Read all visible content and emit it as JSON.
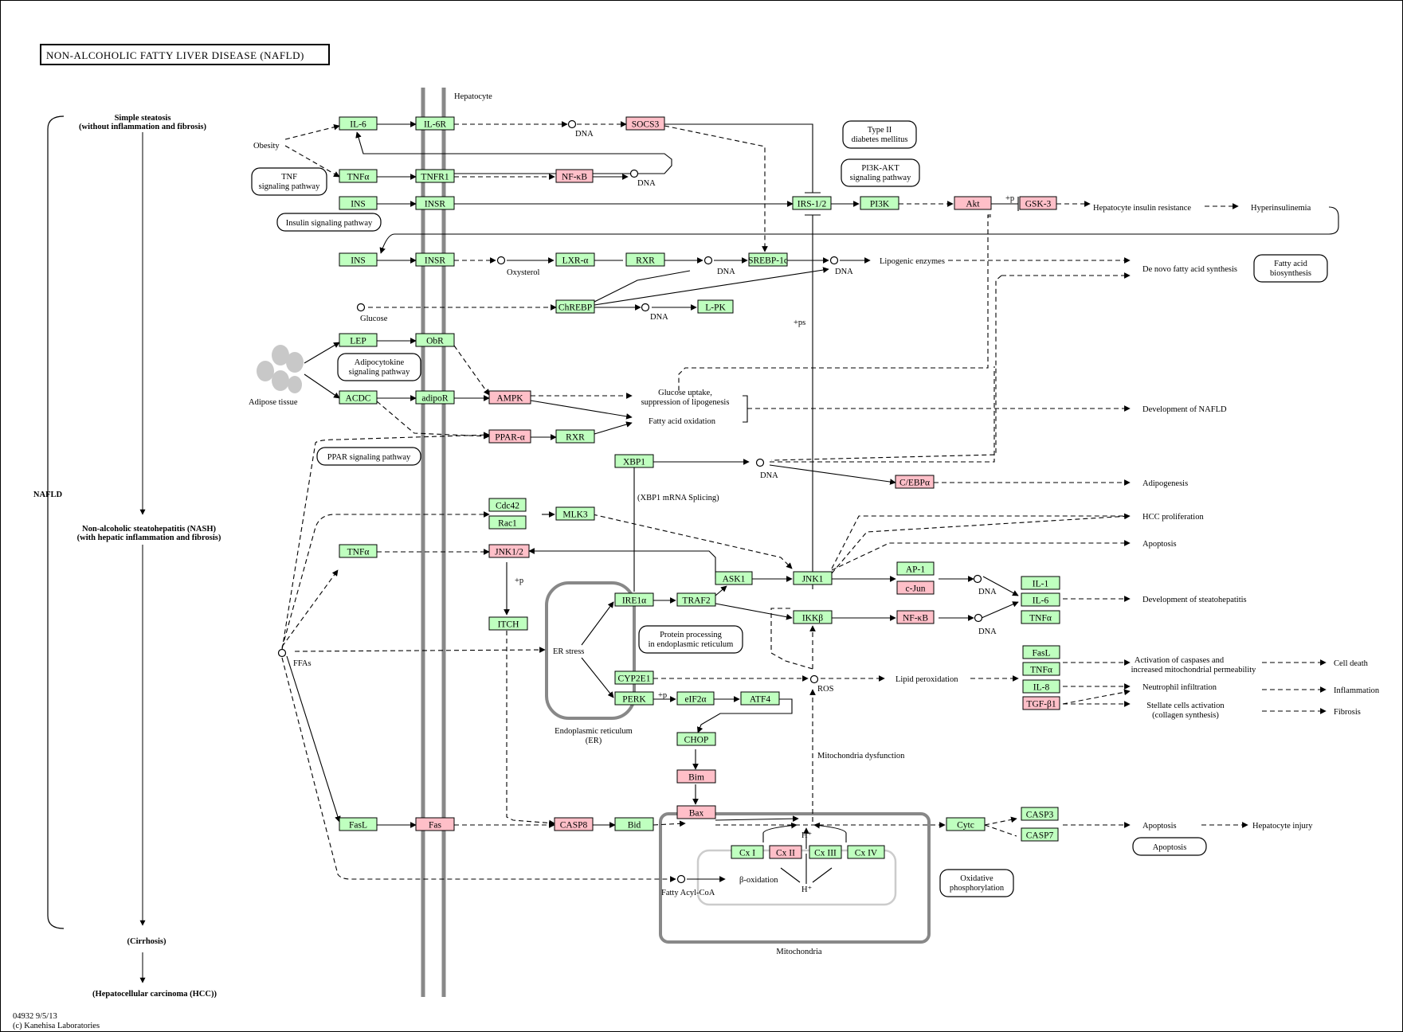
{
  "title": "NON-ALCOHOLIC FATTY LIVER DISEASE (NAFLD)",
  "footer": {
    "id": "04932 9/5/13",
    "copyright": "(c) Kanehisa Laboratories"
  },
  "colors": {
    "green": "#bfffbf",
    "pink": "#ffbfc8",
    "membrane": "#888888",
    "line": "#000000"
  },
  "side": {
    "nafld": "NAFLD",
    "stage1a": "Simple steatosis",
    "stage1b": "(without inflammation and fibrosis)",
    "stage2a": "Non-alcoholic steatohepatitis (NASH)",
    "stage2b": "(with hepatic inflammation and fibrosis)",
    "stage3": "(Cirrhosis)",
    "stage4": "(Hepatocellular carcinoma (HCC))"
  },
  "labels": {
    "hepatocyte": "Hepatocyte",
    "obesity": "Obesity",
    "adipose": "Adipose tissue",
    "glucose": "Glucose",
    "oxysterol": "Oxysterol",
    "dna": "DNA",
    "lipogenic": "Lipogenic enzymes",
    "denovo": "De novo fatty acid synthesis",
    "hir": "Hepatocyte insulin resistance",
    "hyperins": "Hyperinsulinemia",
    "glucUptake1": "Glucose uptake,",
    "glucUptake2": "suppression of lipogenesis",
    "faox": "Fatty acid oxidation",
    "devNafld": "Development of NAFLD",
    "adipogenesis": "Adipogenesis",
    "hccProlif": "HCC proliferation",
    "apoptosis": "Apoptosis",
    "devSteato": "Development of steatohepatitis",
    "casp1": "Activation of caspases and",
    "casp2": "increased mitochondrial permeability",
    "cellDeath": "Cell death",
    "neutro": "Neutrophil infiltration",
    "inflam": "Inflammation",
    "stellate1": "Stellate cells activation",
    "stellate2": "(collagen synthesis)",
    "fibrosis": "Fibrosis",
    "hepInjury": "Hepatocyte injury",
    "xbp1splice": "(XBP1 mRNA Splicing)",
    "erStress": "ER stress",
    "er1": "Endoplasmic reticulum",
    "er2": "(ER)",
    "ros": "ROS",
    "lipidPerox": "Lipid peroxidation",
    "mitoDys": "Mitochondria dysfunction",
    "mitochondria": "Mitochondria",
    "ffas": "FFAs",
    "fattyAcyl": "Fatty Acyl-CoA",
    "betaOx": "β-oxidation",
    "hplus": "H⁺",
    "plusp": "+p",
    "plusps": "+ps"
  },
  "pathways": {
    "tnf1": "TNF",
    "tnf2": "signaling pathway",
    "insulin": "Insulin signaling pathway",
    "adipo1": "Adipocytokine",
    "adipo2": "signaling pathway",
    "ppar": "PPAR signaling pathway",
    "t2d1": "Type II",
    "t2d2": "diabetes mellitus",
    "pi3k1": "PI3K-AKT",
    "pi3k2": "signaling pathway",
    "fab1": "Fatty acid",
    "fab2": "biosynthesis",
    "pp1": "Protein processing",
    "pp2": "in endoplasmic reticulum",
    "ox1": "Oxidative",
    "ox2": "phosphorylation",
    "apop": "Apoptosis"
  },
  "genes": {
    "il6": "IL-6",
    "il6r": "IL-6R",
    "socs3": "SOCS3",
    "tnfa1": "TNFα",
    "tnfr1": "TNFR1",
    "nfkb1": "NF-κB",
    "ins1": "INS",
    "insr1": "INSR",
    "irs": "IRS-1/2",
    "pi3k": "PI3K",
    "akt": "Akt",
    "gsk3": "GSK-3",
    "ins2": "INS",
    "insr2": "INSR",
    "lxra": "LXR-α",
    "rxr1": "RXR",
    "srebp": "SREBP-1c",
    "chrebp": "ChREBP",
    "lpk": "L-PK",
    "lep": "LEP",
    "obr": "ObR",
    "acdc": "ACDC",
    "adipor": "adipoR",
    "ampk": "AMPK",
    "ppara": "PPAR-α",
    "rxr2": "RXR",
    "xbp1": "XBP1",
    "cebpa": "C/EBPα",
    "cdc42": "Cdc42",
    "rac1": "Rac1",
    "mlk3": "MLK3",
    "tnfa2": "TNFα",
    "jnk12": "JNK1/2",
    "ask1": "ASK1",
    "jnk1": "JNK1",
    "ap1": "AP-1",
    "cjun": "c-Jun",
    "il1": "IL-1",
    "il6b": "IL-6",
    "tnfa3": "TNFα",
    "ire1a": "IRE1α",
    "traf2": "TRAF2",
    "ikkb": "IKKβ",
    "nfkb2": "NF-κB",
    "itch": "ITCH",
    "cyp2e1": "CYP2E1",
    "perk": "PERK",
    "eif2a": "eIF2α",
    "atf4": "ATF4",
    "chop": "CHOP",
    "bim": "Bim",
    "bax": "Bax",
    "fasl2": "FasL",
    "tnfa4": "TNFα",
    "il8": "IL-8",
    "tgfb1": "TGF-β1",
    "fasl": "FasL",
    "fas": "Fas",
    "casp8": "CASP8",
    "bid": "Bid",
    "cytc": "Cytc",
    "casp3": "CASP3",
    "casp7": "CASP7",
    "cx1": "Cx I",
    "cx2": "Cx II",
    "cx3": "Cx III",
    "cx4": "Cx IV"
  }
}
